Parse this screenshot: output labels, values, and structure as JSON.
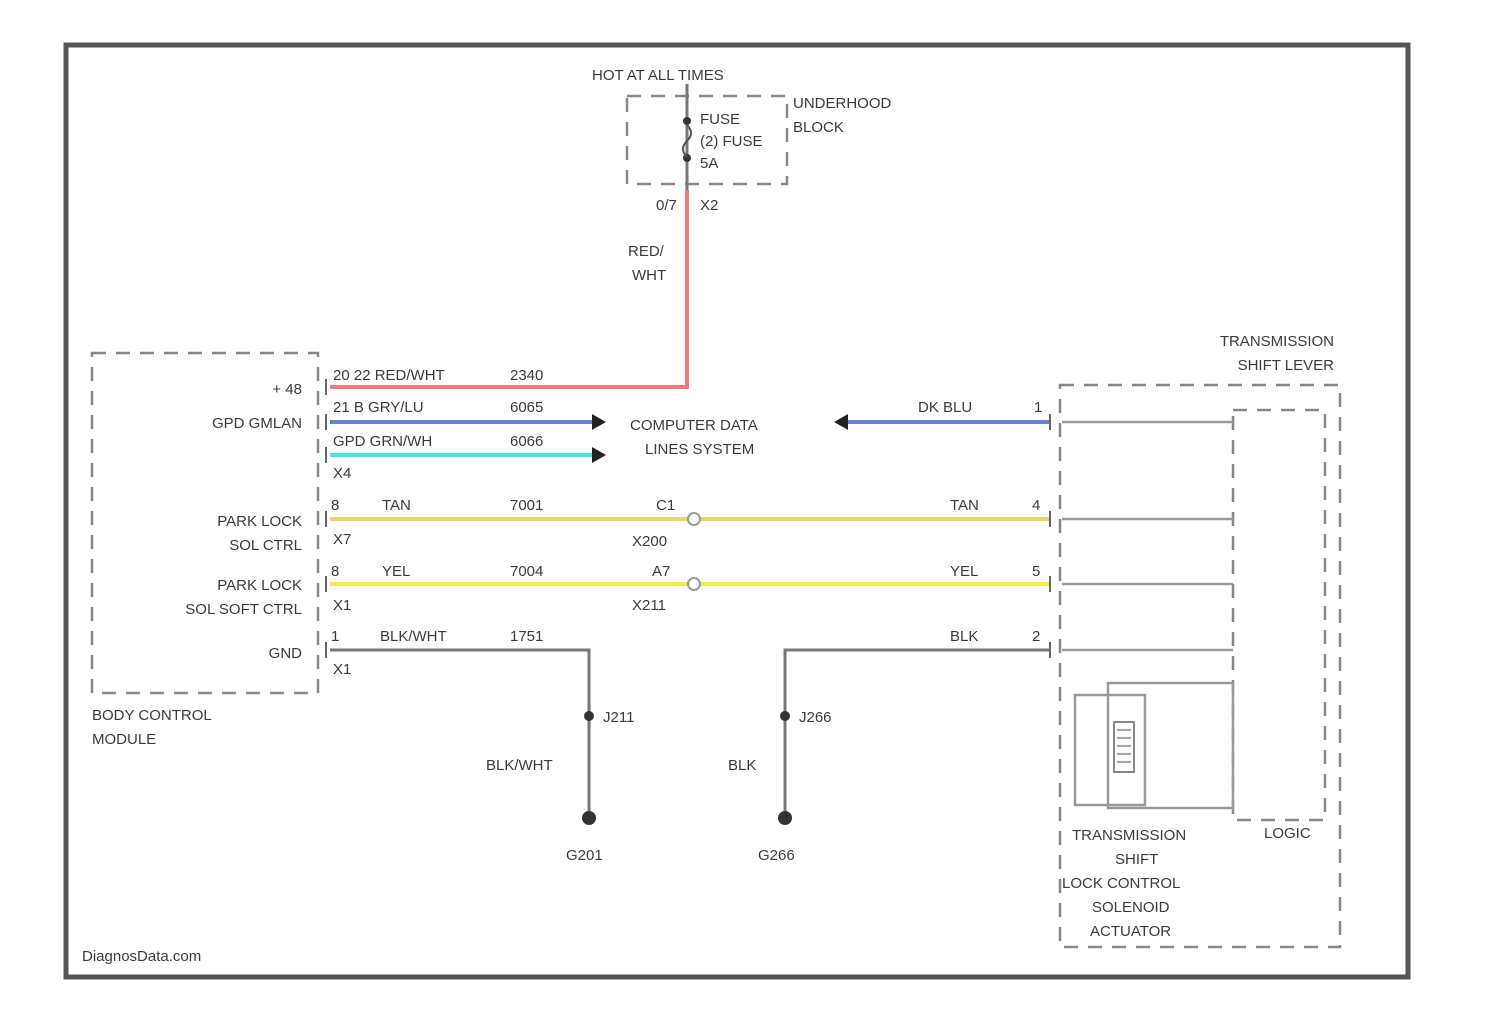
{
  "colors": {
    "red_wht": "#f07b78",
    "blue": "#6e7fd6",
    "cyan": "#3ee8ea",
    "tan": "#e8d860",
    "yel": "#f2ee40",
    "gray": "#777777"
  },
  "top": {
    "title": "HOT AT ALL TIMES",
    "fuse_line1": "FUSE",
    "fuse_line2": "(2) FUSE",
    "fuse_line3": "5A",
    "block_line1": "UNDERHOOD",
    "block_line2": "BLOCK",
    "conn_left": "0/7",
    "conn_right": "X2",
    "wire_color_1": "RED/",
    "wire_color_2": "WHT"
  },
  "bcm": {
    "name_line1": "BODY CONTROL",
    "name_line2": "MODULE",
    "pins": {
      "plus_b": "+ 48",
      "gmlan": "GPD GMLAN",
      "park_lock_1": "PARK LOCK",
      "park_lock_2": "SOL CTRL",
      "park_lock_soft_1": "PARK LOCK",
      "park_lock_soft_2": "SOL SOFT CTRL",
      "gnd": "GND"
    },
    "wire_labels": {
      "red_wht": "20 22 RED/WHT",
      "red_circuit": "2340",
      "blue": "21 B GRY/LU",
      "blue_circuit": "6065",
      "cyan": "GPD GRN/WH",
      "cyan_circuit": "6066",
      "x4": "X4",
      "tan_pin": "8",
      "tan_color": "TAN",
      "tan_circuit": "7001",
      "tan_x": "X7",
      "yel_pin": "8",
      "yel_color": "YEL",
      "yel_circuit": "7004",
      "yel_x": "X1",
      "gnd_pin": "1",
      "gnd_color": "BLK/WHT",
      "gnd_circuit": "1751",
      "gnd_x": "X1"
    }
  },
  "center": {
    "cdl_line1": "COMPUTER DATA",
    "cdl_line2": "LINES SYSTEM",
    "tan_conn_top": "C1",
    "tan_conn_bottom": "X200",
    "yel_conn_top": "A7",
    "yel_conn_bottom": "X211"
  },
  "grounds": {
    "left_splice": "J211",
    "left_color": "BLK/WHT",
    "left_ground": "G201",
    "right_splice": "J266",
    "right_color": "BLK",
    "right_ground": "G266"
  },
  "shift_lever": {
    "title_line1": "TRANSMISSION",
    "title_line2": "SHIFT LEVER",
    "blue_color": "DK BLU",
    "blue_pin": "1",
    "tan_color": "TAN",
    "tan_pin": "4",
    "yel_color": "YEL",
    "yel_pin": "5",
    "blk_color": "BLK",
    "blk_pin": "2",
    "logic": "LOGIC",
    "solenoid_line1": "TRANSMISSION",
    "solenoid_line2": "SHIFT",
    "solenoid_line3": "LOCK CONTROL",
    "solenoid_line4": "SOLENOID",
    "solenoid_line5": "ACTUATOR"
  },
  "footer": {
    "watermark": "DiagnosData.com"
  }
}
